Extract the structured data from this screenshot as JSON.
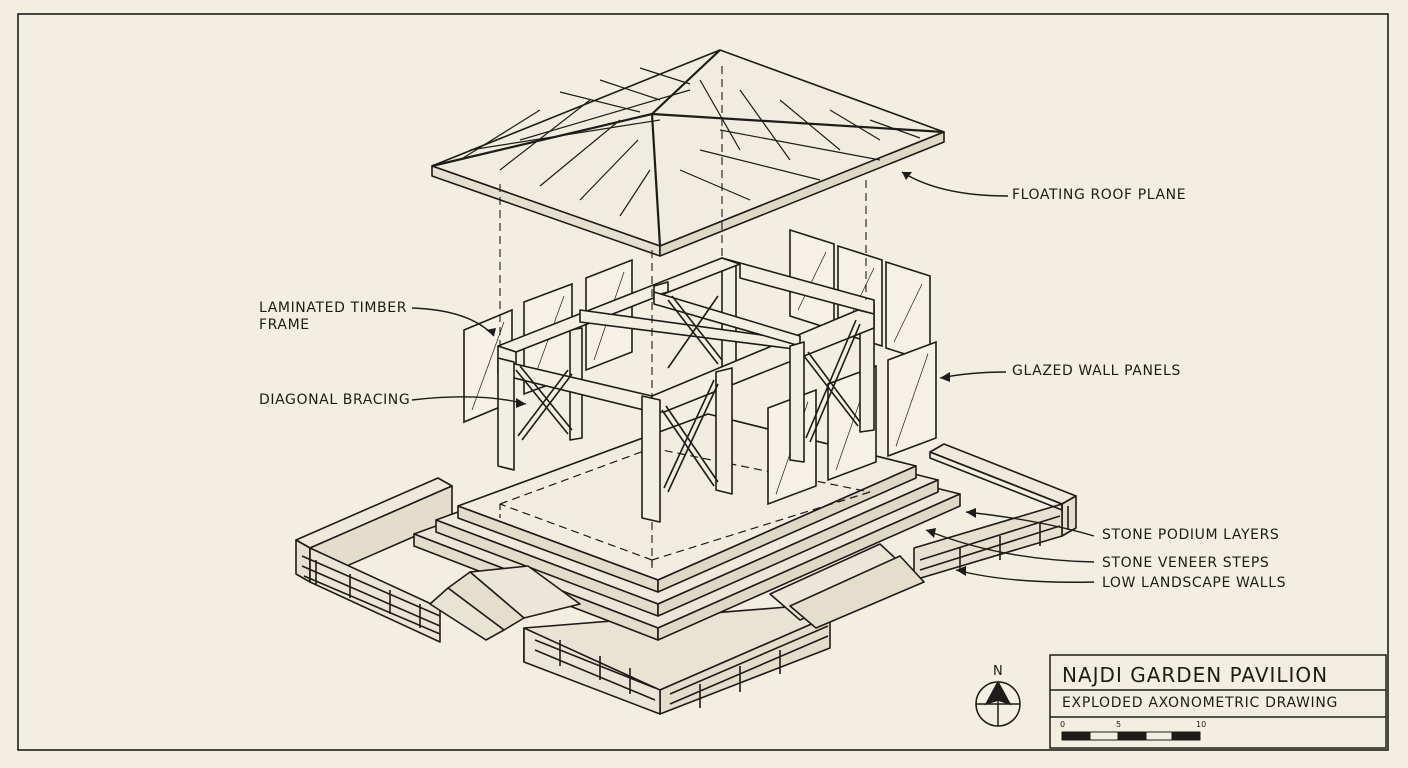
{
  "labels": {
    "roof": "FLOATING ROOF PLANE",
    "frame_line1": "LAMINATED TIMBER",
    "frame_line2": "FRAME",
    "bracing": "DIAGONAL BRACING",
    "glazing": "GLAZED WALL PANELS",
    "podium": "STONE PODIUM LAYERS",
    "steps": "STONE VENEER STEPS",
    "walls": "LOW LANDSCAPE WALLS"
  },
  "title_block": {
    "title": "NAJDI GARDEN PAVILION",
    "subtitle": "EXPLODED AXONOMETRIC DRAWING",
    "scale_ticks": [
      "0",
      "5",
      "10"
    ]
  },
  "north_arrow": {
    "letter": "N"
  },
  "colors": {
    "paper": "#f3eee2",
    "ink": "#1e1c18"
  }
}
